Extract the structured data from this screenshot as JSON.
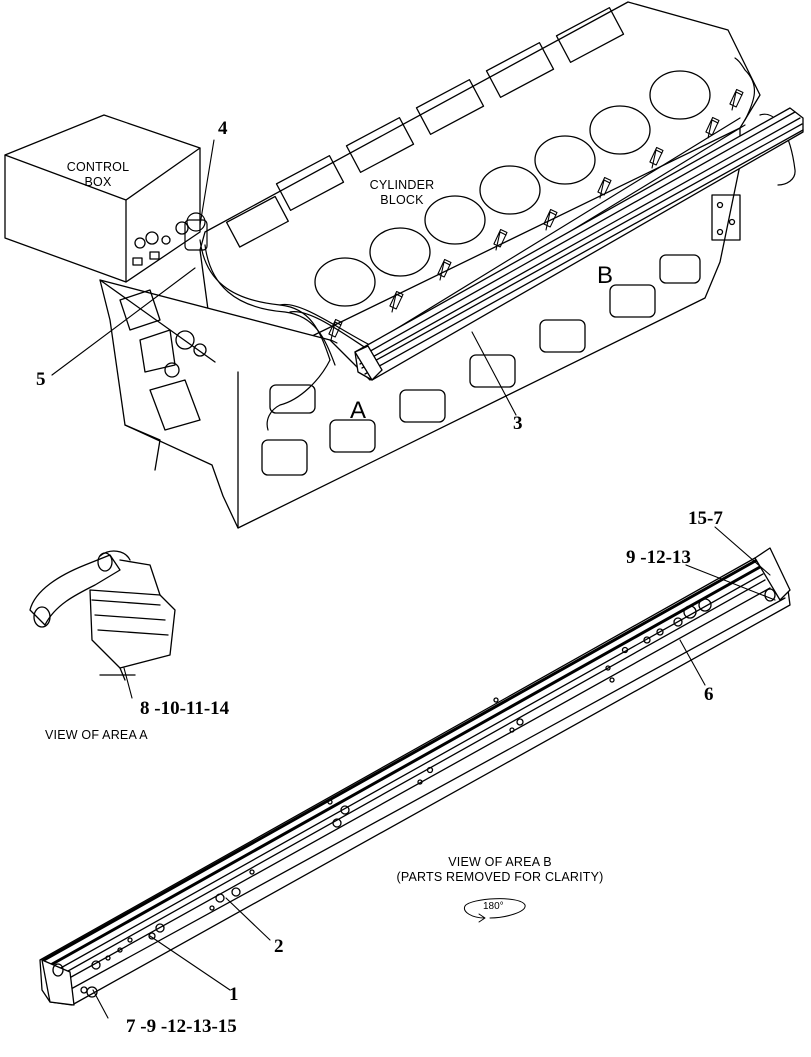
{
  "labels": {
    "control_box_line1": "CONTROL",
    "control_box_line2": "BOX",
    "cylinder_block_line1": "CYLINDER",
    "cylinder_block_line2": "BLOCK",
    "area_a": "A",
    "area_b": "B",
    "view_area_a": "VIEW OF AREA  A",
    "view_area_b_line1": "VIEW OF AREA  B",
    "view_area_b_line2": "(PARTS REMOVED FOR CLARITY)",
    "rotation": "180°"
  },
  "callouts": {
    "c4": "4",
    "c5": "5",
    "c3": "3",
    "c15_7": "15-7",
    "c9_12_13": "9 -12-13",
    "c6": "6",
    "c8_10_11_14": "8 -10-11-14",
    "c2": "2",
    "c1": "1",
    "c7_9_12_13_15": "7 -9 -12-13-15"
  }
}
